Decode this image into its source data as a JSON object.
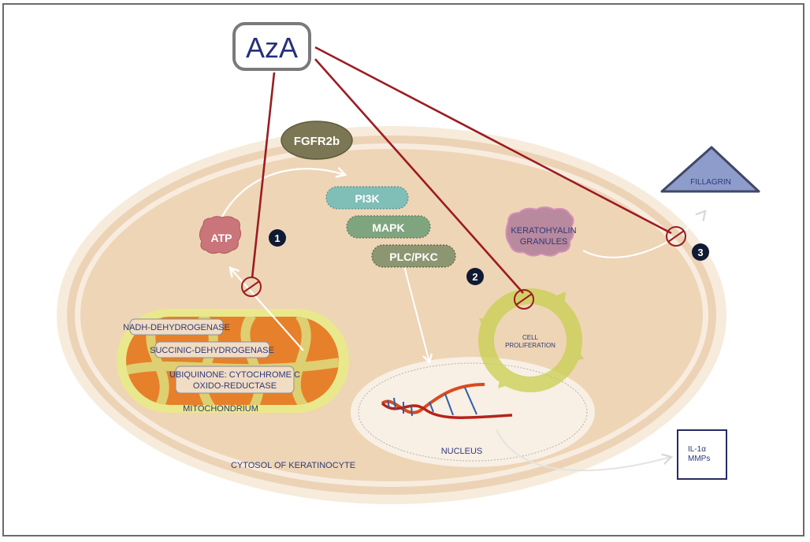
{
  "drug": {
    "label": "AzA"
  },
  "receptor": {
    "label": "FGFR2b"
  },
  "signaling": [
    {
      "label": "PI3K",
      "color": "#7fbfb8"
    },
    {
      "label": "MAPK",
      "color": "#7fa57f"
    },
    {
      "label": "PLC/PKC",
      "color": "#8c9670"
    }
  ],
  "atp": {
    "label": "ATP"
  },
  "mitochondrion": {
    "label": "MITOCHONDRIUM",
    "enzymes": [
      "NADH-DEHYDROGENASE",
      "SUCCINIC-DEHYDROGENASE",
      "UBIQUINONE: CYTOCHROME C",
      "OXIDO-REDUCTASE"
    ]
  },
  "keratohyalin": {
    "line1": "KERATOHYALIN",
    "line2": "GRANULES"
  },
  "fillagrin": {
    "label": "FILLAGRIN"
  },
  "cell_cycle": {
    "line1": "CELL",
    "line2": "PROLIFERATION"
  },
  "nucleus": {
    "label": "NUCLEUS"
  },
  "cytosol": {
    "label": "CYTOSOL OF KERATINOCYTE"
  },
  "output_box": {
    "line1": "IL-1α",
    "line2": "MMPs"
  },
  "steps": [
    "1",
    "2",
    "3"
  ],
  "colors": {
    "inhibition_line": "#9b1c22",
    "cytosol": "#efd5b5",
    "membrane": "#f6e6d2",
    "text_blue": "#2e3a78",
    "badge": "#0f1a33"
  }
}
